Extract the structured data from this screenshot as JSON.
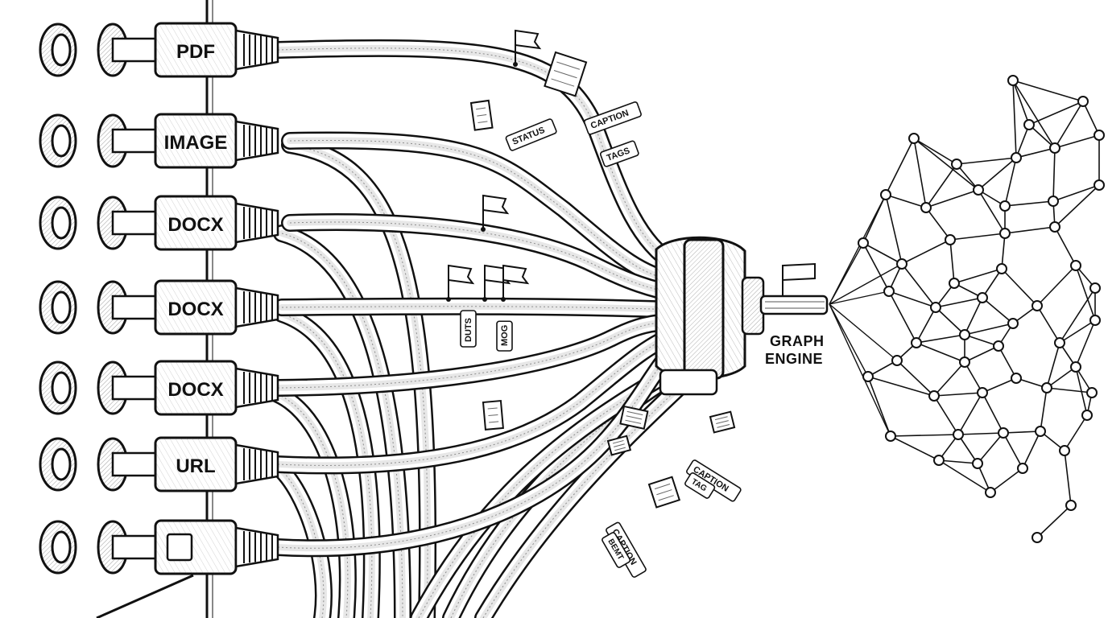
{
  "diagram": {
    "inputs": [
      {
        "label": "PDF"
      },
      {
        "label": "IMAGE"
      },
      {
        "label": "DOCX"
      },
      {
        "label": "DOCX"
      },
      {
        "label": "DOCX"
      },
      {
        "label": "URL"
      },
      {
        "label": ""
      }
    ],
    "tags": [
      {
        "text": "CAPTION"
      },
      {
        "text": "TAGS"
      },
      {
        "text": "STATUS"
      },
      {
        "text": "DUTS"
      },
      {
        "text": "MOG"
      },
      {
        "text": "CAPTION"
      },
      {
        "text": "TAG"
      },
      {
        "text": "CAPTION"
      },
      {
        "text": "BEMT"
      }
    ],
    "engine": {
      "line1": "GRAPH",
      "line2": "ENGINE"
    }
  }
}
